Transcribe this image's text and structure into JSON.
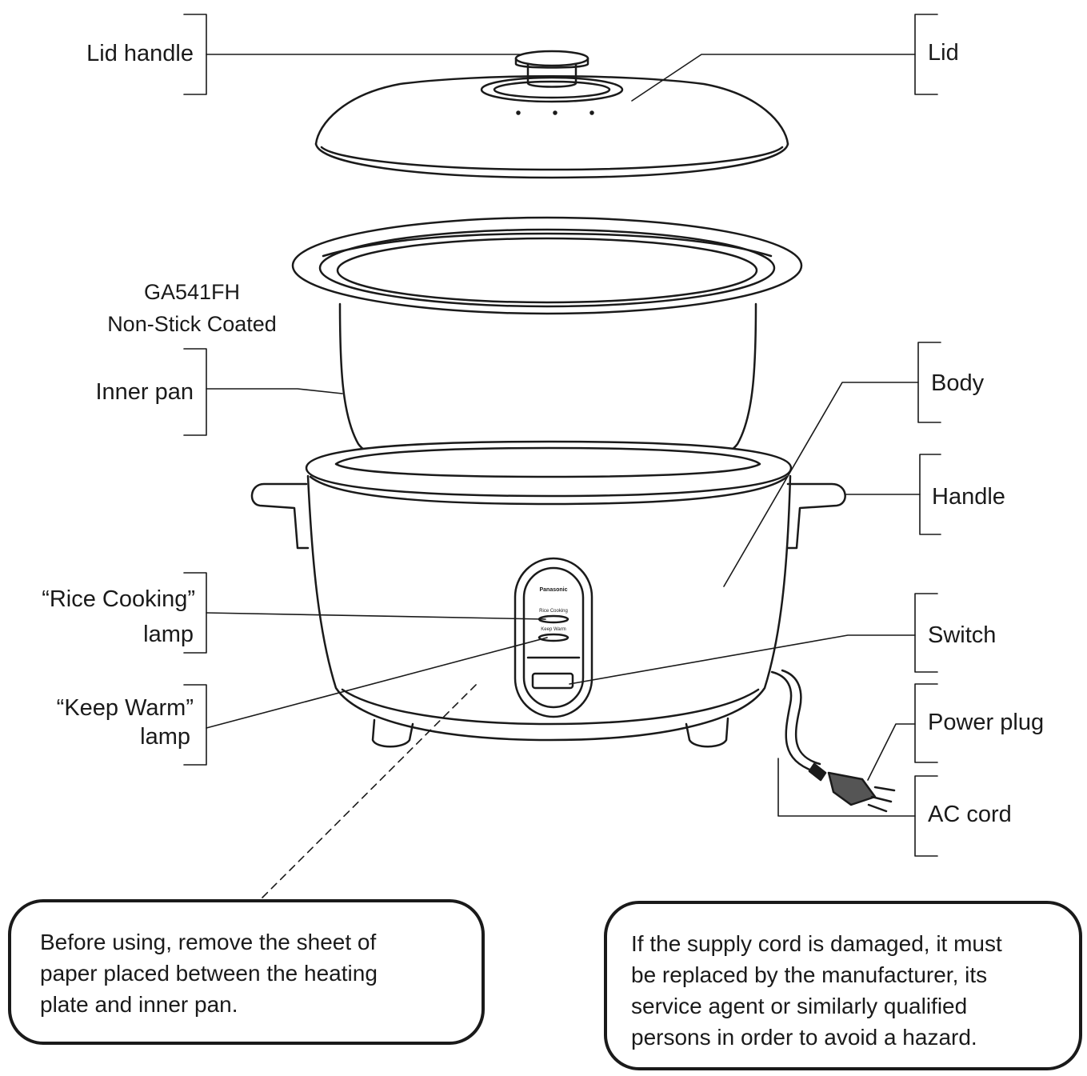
{
  "diagram": {
    "labels": {
      "lid_handle": "Lid handle",
      "lid": "Lid",
      "model_line1": "GA541FH",
      "model_line2": "Non-Stick Coated",
      "inner_pan": "Inner pan",
      "body": "Body",
      "handle": "Handle",
      "rice_cooking_line1": "“Rice Cooking”",
      "rice_cooking_line2": "lamp",
      "keep_warm_line1": "“Keep Warm”",
      "keep_warm_line2": "lamp",
      "switch": "Switch",
      "power_plug": "Power plug",
      "ac_cord": "AC cord"
    },
    "panel_text": {
      "brand": "Panasonic",
      "rice_cooking": "Rice Cooking",
      "keep_warm": "Keep Warm"
    },
    "notes": {
      "left": [
        "Before using, remove the sheet of",
        "paper placed between the heating",
        "plate and inner pan."
      ],
      "right": [
        "If the supply cord is damaged, it must",
        "be replaced by the manufacturer, its",
        "service agent or similarly qualified",
        "persons in order to avoid a hazard."
      ]
    },
    "colors": {
      "line": "#1a1a1a",
      "fill": "#ffffff"
    }
  }
}
